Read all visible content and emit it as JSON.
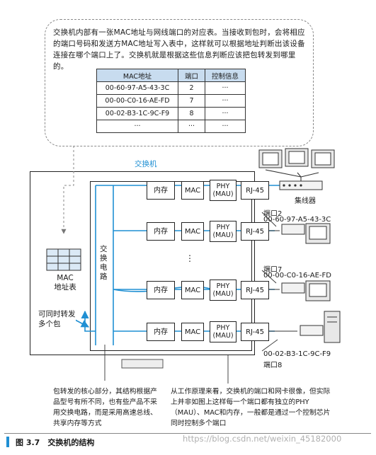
{
  "callout": {
    "text": "交换机内部有一张MAC地址与网线端口的对应表。当接收到包时，会将相应的端口号码和发送方MAC地址写入表中，这样就可以根据地址判断出该设备连接在哪个端口上了。交换机就是根据这些信息判断应该把包转发到哪里的。"
  },
  "mac_table": {
    "headers": [
      "MAC地址",
      "端口",
      "控制信息"
    ],
    "rows": [
      [
        "00-60-97-A5-43-3C",
        "2",
        "···"
      ],
      [
        "00-00-C0-16-AE-FD",
        "7",
        "···"
      ],
      [
        "00-02-B3-1C-9C-F9",
        "8",
        "···"
      ],
      [
        "···",
        "···",
        "···"
      ]
    ]
  },
  "switch_label": "交换机",
  "mac_table_label": "MAC\n地址表",
  "switching_circuit_label": "交换电路",
  "forward_label": "可同时转发\n多个包",
  "components": {
    "memory": "内存",
    "mac": "MAC",
    "phy": "PHY\n(MAU)",
    "rj45": "RJ-45"
  },
  "vertical_dots": "⋮",
  "hub_label": "集线器",
  "ports": [
    {
      "label": "端口2",
      "mac": "00-60-97-A5-43-3C"
    },
    {
      "label": "端口7",
      "mac": "00-00-C0-16-AE-FD"
    },
    {
      "mac": "00-02-B3-1C-9C-F9",
      "label": "端口8"
    }
  ],
  "note_left": "包转发的核心部分，其结构根据产品型号有所不同，也有些产品不采用交换电路，而是采用高速总线、共享内存等方式",
  "note_right": "从工作原理来看，交换机的端口和网卡很像，但实际上并非如图上这样每一个端口都有独立的PHY（MAU）、MAC和内存，一般都是通过一个控制芯片同时控制多个端口",
  "caption": "图 3.7　交换机的结构",
  "watermark": "https://blog.csdn.net/weixin_45182000",
  "colors": {
    "accent": "#1f8fd3",
    "table_header": "#c8dcef"
  }
}
